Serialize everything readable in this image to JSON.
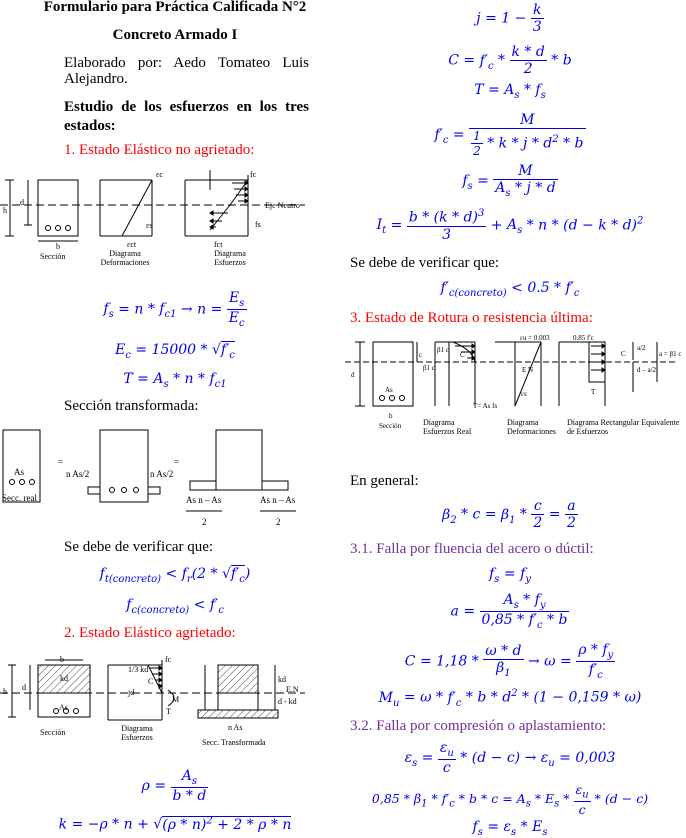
{
  "header": {
    "title": "Formulario para Práctica Calificada N°2",
    "subtitle": "Concreto Armado I",
    "author_line1": "Elaborado por: Aedo Tomateo Luis",
    "author_line2": "Alejandro.",
    "study_title": "Estudio de los esfuerzos en los tres estados:"
  },
  "section1": {
    "heading": "1. Estado Elástico no agrietado:",
    "figure": {
      "seccion": "Sección",
      "def_label": "Diagrama Deformaciones",
      "esf_label": "Diagrama Esfuerzos",
      "eje": "Eje Neutro",
      "h": "h",
      "d": "d",
      "b": "b",
      "ec": "εc",
      "es": "εs",
      "fc": "fc",
      "fs": "fs",
      "fct": "fct",
      "ect": "εct"
    },
    "eq1": "fs = n * fc1 → n = Es / Ec",
    "eq2": "Ec = 15000 * √f'c",
    "eq3": "T = As * n * fc1",
    "transformed_heading": "Sección transformada:",
    "transformed": {
      "as": "As",
      "secc_real": "Secc. real",
      "eq_sign": "=",
      "nas2_left": "n As/2",
      "nas2_right": "n As/2",
      "asn_left": "As n – As",
      "asn_right": "As n – As",
      "two": "2"
    },
    "verify": "Se debe de verificar que:",
    "cond1": "ft(concreto) < fr(2 * √f'c)",
    "cond2": "fc(concreto) < f'c"
  },
  "section2": {
    "heading": "2. Estado Elástico agrietado:",
    "figure": {
      "seccion": "Sección",
      "esf": "Diagrama Esfuerzos",
      "secc_t": "Secc. Transformada",
      "nas": "n As",
      "kd": "kd",
      "third_kd": "1/3 kd",
      "jd": "jd",
      "en": "E.N",
      "d_kd": "d - kd",
      "c": "C",
      "m": "M",
      "t": "T",
      "fc": "fc",
      "as": "As"
    },
    "rho": "ρ = As / (b * d)",
    "k": "k = −ρ * n + √((ρ*n)² + 2*ρ*n)"
  },
  "right": {
    "j": "j = 1 − k/3",
    "C": "C = f'c * (k*d)/2 * b",
    "T": "T = As * fs",
    "fc": "f'c = M / (½ * k * j * d² * b)",
    "fs": "fs = M / (As * j * d)",
    "It": "It = b*(k*d)³/3 + As*n*(d − k*d)²",
    "verify": "Se debe de verificar que:",
    "cond": "f'c(concreto) < 0.5 * f'c"
  },
  "section3": {
    "heading": "3. Estado de Rotura o resistencia última:",
    "figure": {
      "seccion": "Sección",
      "esf_real": "Diagrama Esfuerzos Real",
      "def": "Diagrama Deformaciones",
      "rect": "Diagrama Rectangular Equivalente de Esfuerzos",
      "eu": "εu = 0.003",
      "f085": "0.85 f'c",
      "c": "C",
      "t": "T",
      "en": "E N",
      "es": "εs",
      "tasfs": "T= As fs",
      "a2": "a/2",
      "d_a2": "d – a/2",
      "ab1c": "a = β1 c",
      "b1c": "β1 c",
      "b1c2": "β1 c",
      "as": "As",
      "d": "d",
      "c_lbl": "c"
    },
    "general": "En general:",
    "beta": "β2 * c = β1 * c/2 = a/2",
    "h31": "3.1. Falla por fluencia del acero o dúctil:",
    "fs_fy": "fs = fy",
    "a_eq": "a = As * fy / (0,85 * f'c * b)",
    "C_eq": "C = 1,18 * ω*d/β1 → ω = ρ*fy/f'c",
    "Mu_eq": "Mu = ω * f'c * b * d² * (1 − 0,159 * ω)",
    "h32": "3.2. Falla por compresión o aplastamiento:",
    "es_eq": "εs = εu/c * (d − c) → εu = 0,003",
    "eq_085": "0,85 * β1 * f'c * b * c = As * Es * εu/c * (d − c)",
    "fs_eq": "fs = εs * Es"
  },
  "colors": {
    "heading_red": "#ff0000",
    "heading_purple": "#7030a0",
    "equation_blue": "#0000ee"
  }
}
